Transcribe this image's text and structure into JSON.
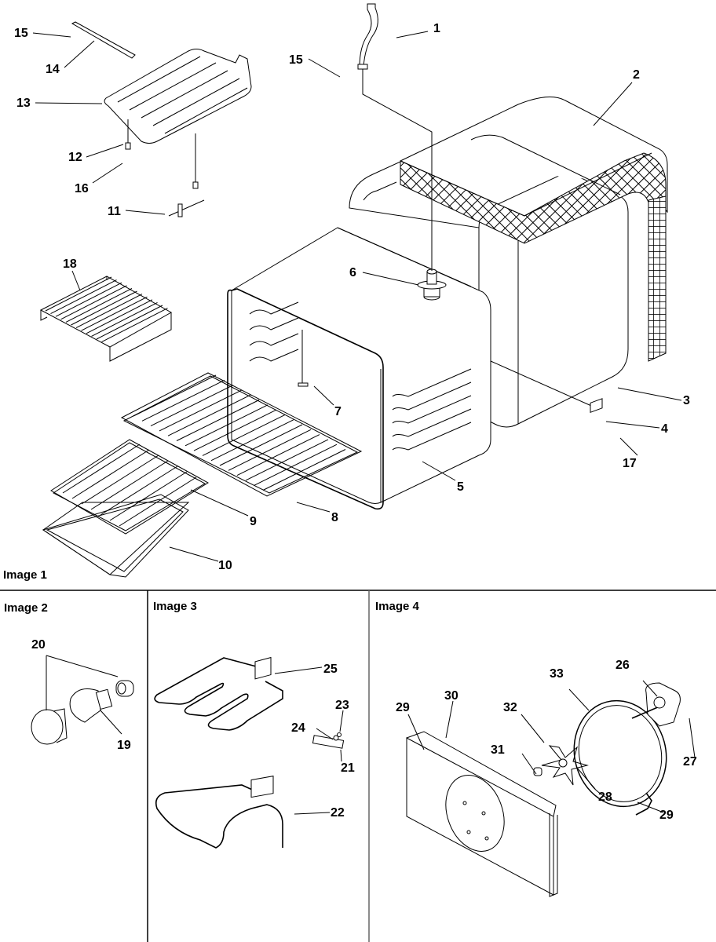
{
  "panels": [
    {
      "id": "image-1",
      "label": "Image 1"
    },
    {
      "id": "image-2",
      "label": "Image 2"
    },
    {
      "id": "image-3",
      "label": "Image 3"
    },
    {
      "id": "image-4",
      "label": "Image 4"
    }
  ],
  "callouts": {
    "image_1": [
      {
        "num": "1",
        "part": "vent-tube"
      },
      {
        "num": "2",
        "part": "insulation-wrap"
      },
      {
        "num": "3",
        "part": "outer-oven-wrapper"
      },
      {
        "num": "4",
        "part": "bracket"
      },
      {
        "num": "5",
        "part": "oven-cavity"
      },
      {
        "num": "6",
        "part": "vent-fitting"
      },
      {
        "num": "7",
        "part": "temperature-sensor"
      },
      {
        "num": "8",
        "part": "oven-rack"
      },
      {
        "num": "9",
        "part": "broil-pan-insert"
      },
      {
        "num": "10",
        "part": "broil-pan"
      },
      {
        "num": "11",
        "part": "rod-bracket"
      },
      {
        "num": "12",
        "part": "clip"
      },
      {
        "num": "13",
        "part": "oven-bottom-tray"
      },
      {
        "num": "14",
        "part": "support-bar"
      },
      {
        "num": "15",
        "part": "screw"
      },
      {
        "num": "15",
        "part": "screw"
      },
      {
        "num": "16",
        "part": "screw"
      },
      {
        "num": "17",
        "part": "screw"
      },
      {
        "num": "18",
        "part": "half-rack"
      }
    ],
    "image_2": [
      {
        "num": "19",
        "part": "light-bulb"
      },
      {
        "num": "20",
        "part": "lens-and-socket"
      }
    ],
    "image_3": [
      {
        "num": "21",
        "part": "terminal-block"
      },
      {
        "num": "22",
        "part": "bake-element"
      },
      {
        "num": "23",
        "part": "nut"
      },
      {
        "num": "24",
        "part": "screw"
      },
      {
        "num": "25",
        "part": "broil-element"
      }
    ],
    "image_4": [
      {
        "num": "26",
        "part": "convection-motor"
      },
      {
        "num": "27",
        "part": "screw"
      },
      {
        "num": "28",
        "part": "nut"
      },
      {
        "num": "29",
        "part": "screw"
      },
      {
        "num": "29",
        "part": "screw"
      },
      {
        "num": "30",
        "part": "fan-baffle"
      },
      {
        "num": "31",
        "part": "spacer"
      },
      {
        "num": "32",
        "part": "fan-blade"
      },
      {
        "num": "33",
        "part": "convection-element"
      }
    ]
  }
}
